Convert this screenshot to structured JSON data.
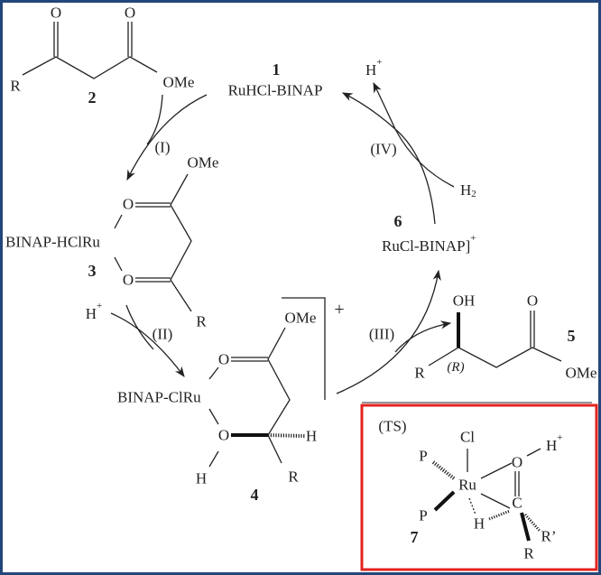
{
  "colors": {
    "frame": "#23467a",
    "highlight_box": "#e2231f"
  },
  "compound_1": {
    "number": "1",
    "name": "RuHCl-BINAP"
  },
  "compound_2": {
    "number": "2",
    "o1": "O",
    "o2": "O",
    "r": "R",
    "ome": "OMe"
  },
  "compound_3": {
    "number": "3",
    "metal": "BINAP-HClRu",
    "o1": "O",
    "o2": "O",
    "r": "R",
    "ome": "OMe"
  },
  "compound_4": {
    "number": "4",
    "metal": "BINAP-ClRu",
    "o1": "O",
    "o2": "O",
    "h_oh": "H",
    "h_c": "H",
    "r": "R",
    "ome": "OMe",
    "charge": "+"
  },
  "compound_5": {
    "number": "5",
    "oh": "OH",
    "o": "O",
    "r": "R",
    "config": "(R)",
    "ome": "OMe"
  },
  "compound_6": {
    "number": "6",
    "name": "RuCl-BINAP]",
    "charge": "+"
  },
  "transition_state": {
    "number": "7",
    "label": "(TS)",
    "cl": "Cl",
    "ru": "Ru",
    "p1": "P",
    "p2": "P",
    "o": "O",
    "h_plus": "H",
    "plus": "+",
    "c": "C",
    "h": "H",
    "r": "R",
    "r_prime": "R’"
  },
  "steps": {
    "i": "(I)",
    "ii": "(II)",
    "iii": "(III)",
    "iv": "(IV)"
  },
  "reagents": {
    "h_plus_ii": "H",
    "h_plus_ii_charge": "+",
    "h_plus_iv": "H",
    "h_plus_iv_charge": "+",
    "h2": "H",
    "h2_sub": "2"
  }
}
